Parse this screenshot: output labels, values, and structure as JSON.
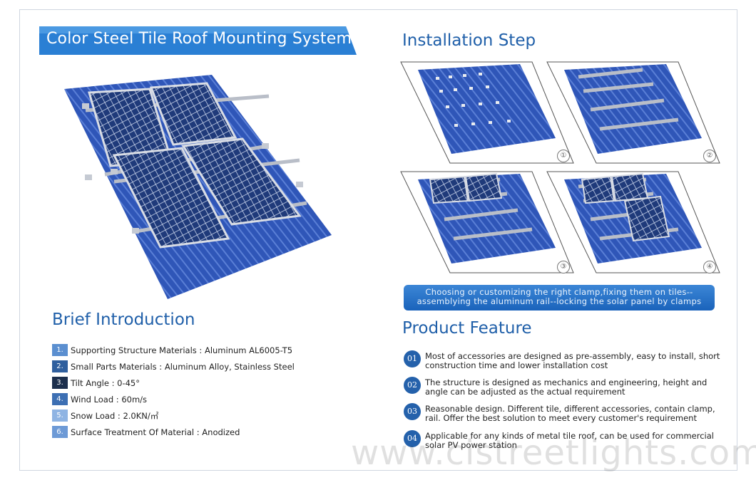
{
  "title": "Color Steel Tile Roof Mounting System",
  "install": {
    "heading": "Installation Step",
    "steps": [
      "①",
      "②",
      "③",
      "④"
    ],
    "caption_line1": "Choosing or customizing the right clamp,fixing them on tiles--",
    "caption_line2": "assemblying the aluminum rail--locking the solar panel by clamps"
  },
  "intro": {
    "heading": "Brief Introduction",
    "items": [
      {
        "num": "1.",
        "label": "Supporting Structure Materials : Aluminum AL6005-T5"
      },
      {
        "num": "2.",
        "label": "Small Parts Materials : Aluminum Alloy, Stainless Steel"
      },
      {
        "num": "3.",
        "label": "Tilt Angle : 0-45°"
      },
      {
        "num": "4.",
        "label": "Wind Load : 60m/s"
      },
      {
        "num": "5.",
        "label": "Snow Load : 2.0KN/㎡"
      },
      {
        "num": "6.",
        "label": "Surface Treatment Of Material : Anodized"
      }
    ]
  },
  "feature": {
    "heading": "Product Feature",
    "items": [
      {
        "num": "01",
        "text": "Most of accessories are designed as pre-assembly, easy to install, short construction time and lower installation cost"
      },
      {
        "num": "02",
        "text": "The structure is designed as mechanics and engineering, height and angle can be adjusted as the actual requirement"
      },
      {
        "num": "03",
        "text": "Reasonable design. Different tile, different accessories, contain clamp, rail. Offer the best solution to meet every customer's  requirement"
      },
      {
        "num": "04",
        "text": "Applicable for any kinds of metal tile roof, can be used for commercial solar PV power station"
      }
    ]
  },
  "watermark": "www.cistreetlights.com",
  "colors": {
    "accent": "#1f5fa9",
    "roof": "#2f56b8",
    "panel": "#1e2f63",
    "badge": "#5b8fd0"
  }
}
